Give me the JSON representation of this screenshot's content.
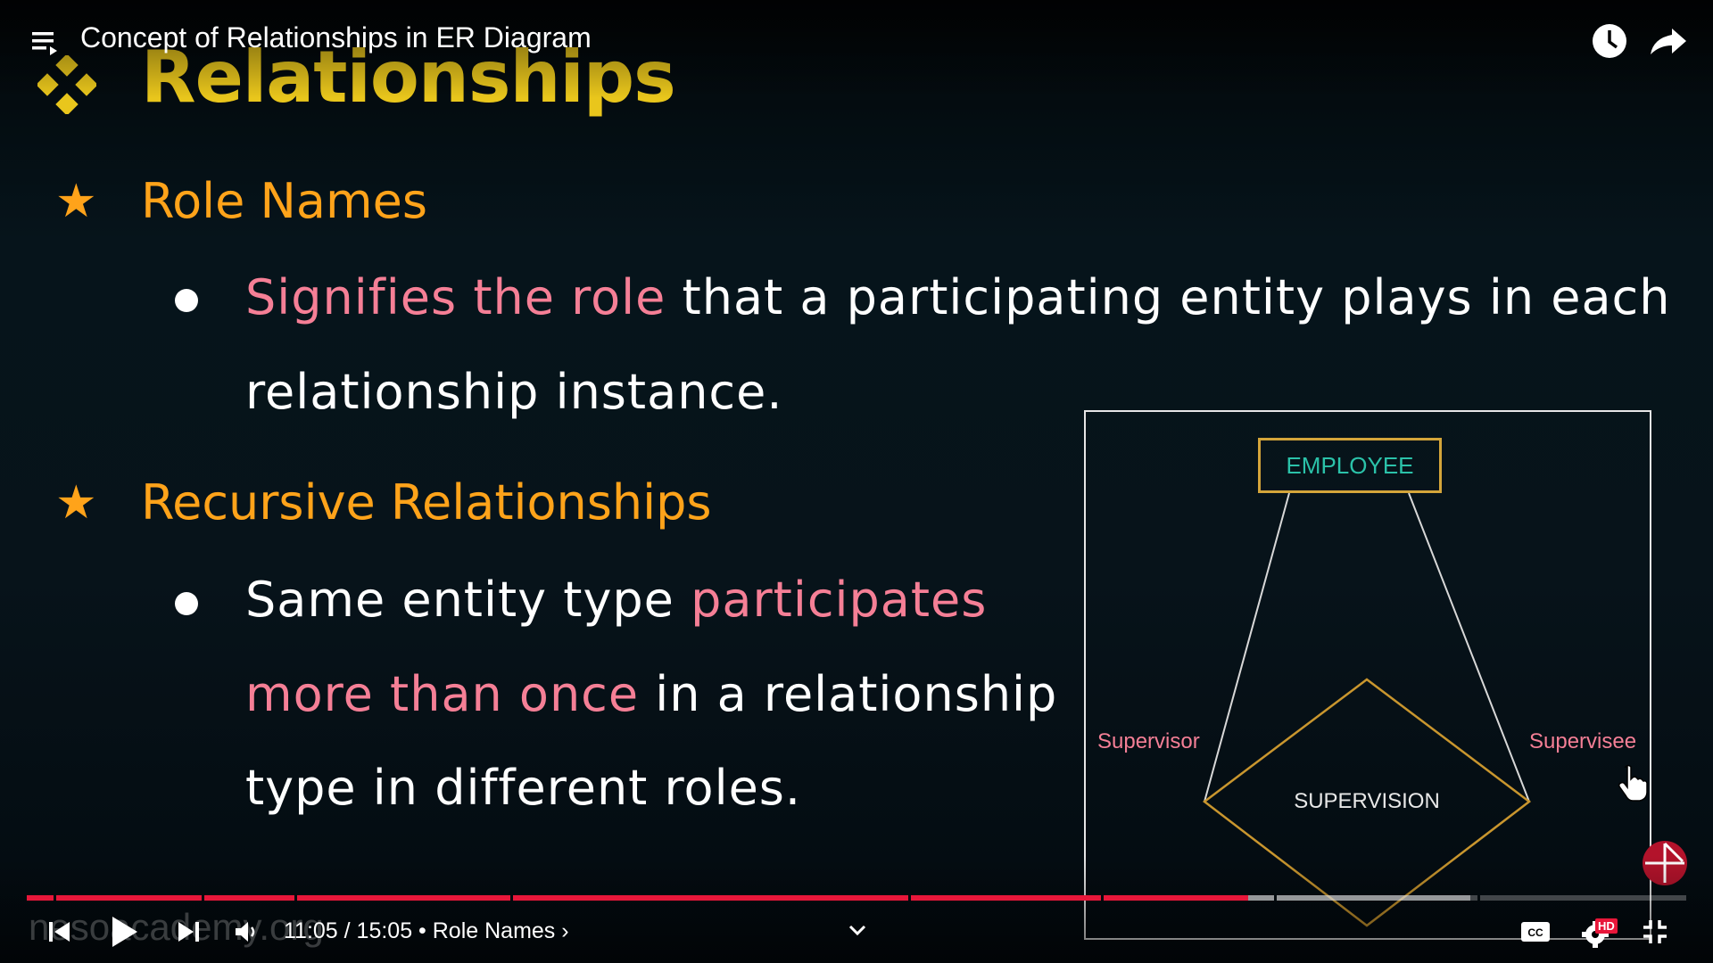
{
  "header": {
    "title": "Concept of Relationships in ER Diagram",
    "icons": [
      "playlist-icon",
      "watch-later-icon",
      "share-icon"
    ]
  },
  "slide": {
    "title": "Relationships",
    "sections": [
      {
        "heading": "Role Names",
        "bullet": {
          "line1_highlight": "Signifies the role",
          "line1_rest": " that a participating entity plays in each",
          "line2": "relationship instance."
        }
      },
      {
        "heading": "Recursive Relationships",
        "bullet": {
          "line1_plain": "Same entity type ",
          "line1_highlight": "participates",
          "line2_highlight": "more than once",
          "line2_rest": " in a relationship",
          "line3": "type in different roles."
        }
      }
    ],
    "colors": {
      "title": "#e9c61c",
      "heading": "#ffa31a",
      "highlight": "#f57f96",
      "entity_text": "#2bc2a9",
      "entity_border": "#d4a53a"
    }
  },
  "diagram": {
    "entity": "EMPLOYEE",
    "relationship": "SUPERVISION",
    "role_left": "Supervisor",
    "role_right": "Supervisee"
  },
  "player": {
    "watermark": "nesoacademy.org",
    "time": "11:05 / 15:05",
    "chapter": " • Role Names ›",
    "progress_fraction": 0.736,
    "buffered_fraction": 0.87,
    "accent": "#e8173a",
    "hd_badge": "HD",
    "icons": [
      "previous-icon",
      "play-icon",
      "next-icon",
      "volume-icon",
      "chevron-down-icon",
      "captions-icon",
      "settings-icon",
      "exit-fullscreen-icon"
    ]
  }
}
